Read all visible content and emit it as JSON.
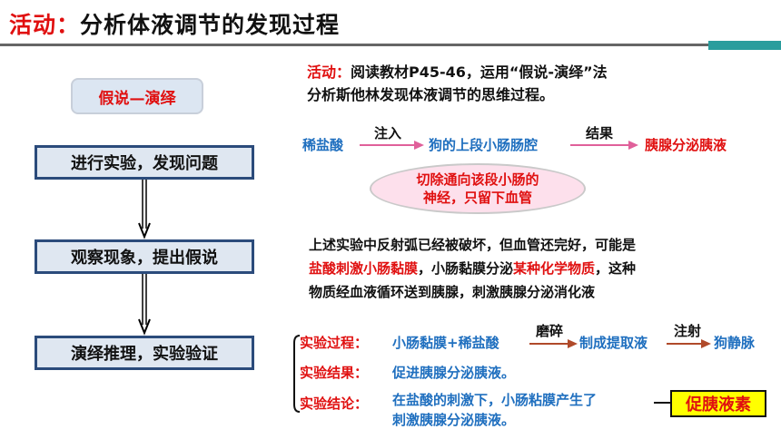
{
  "header": {
    "title_accent": "活动：",
    "title_rest": "分析体液调节的发现过程"
  },
  "left": {
    "method_label": "假说—演绎",
    "steps": [
      "进行实验，发现问题",
      "观察现象，提出假说",
      "演绎推理，实验验证"
    ]
  },
  "activity": {
    "prefix": "活动：",
    "line1_rest": "阅读教材P45-46，运用“假说-演绎”法",
    "line2": "分析斯他林发现体液调节的思维过程。"
  },
  "experiment": {
    "substance": "稀盐酸",
    "action_label": "注入",
    "target": "狗的上段小肠肠腔",
    "result_label": "结果",
    "result": "胰腺分泌胰液",
    "condition_line1": "切除通向该段小肠的",
    "condition_line2": "神经，只留下血管"
  },
  "hypothesis": {
    "line1": "上述实验中反射弧已经被破坏，但血管还完好，可能是",
    "line2_red1": "盐酸刺激小肠黏膜",
    "line2_mid": "，小肠黏膜分泌",
    "line2_red2": "某种化学物质",
    "line2_end": "，这种",
    "line3": "物质经血液循环送到胰腺，刺激胰腺分泌消化液"
  },
  "verification": {
    "process_label": "实验过程：",
    "process_text": "小肠黏膜+稀盐酸",
    "process_arrow1": "磨碎",
    "process_step2": "制成提取液",
    "process_arrow2": "注射",
    "process_step3": "狗静脉",
    "result_label": "实验结果：",
    "result_text": "促进胰腺分泌胰液。",
    "conclusion_label": "实验结论：",
    "conclusion_line1": "在盐酸的刺激下，小肠粘膜产生了",
    "conclusion_line2": "刺激胰腺分泌胰液。",
    "conclusion_answer": "促胰液素"
  },
  "colors": {
    "accent_red": "#e01010",
    "blue_text": "#1f6fbf",
    "step_border": "#2b4b7b",
    "highlight_yellow": "#ffff00",
    "ellipse_fill": "#fde0ec"
  }
}
